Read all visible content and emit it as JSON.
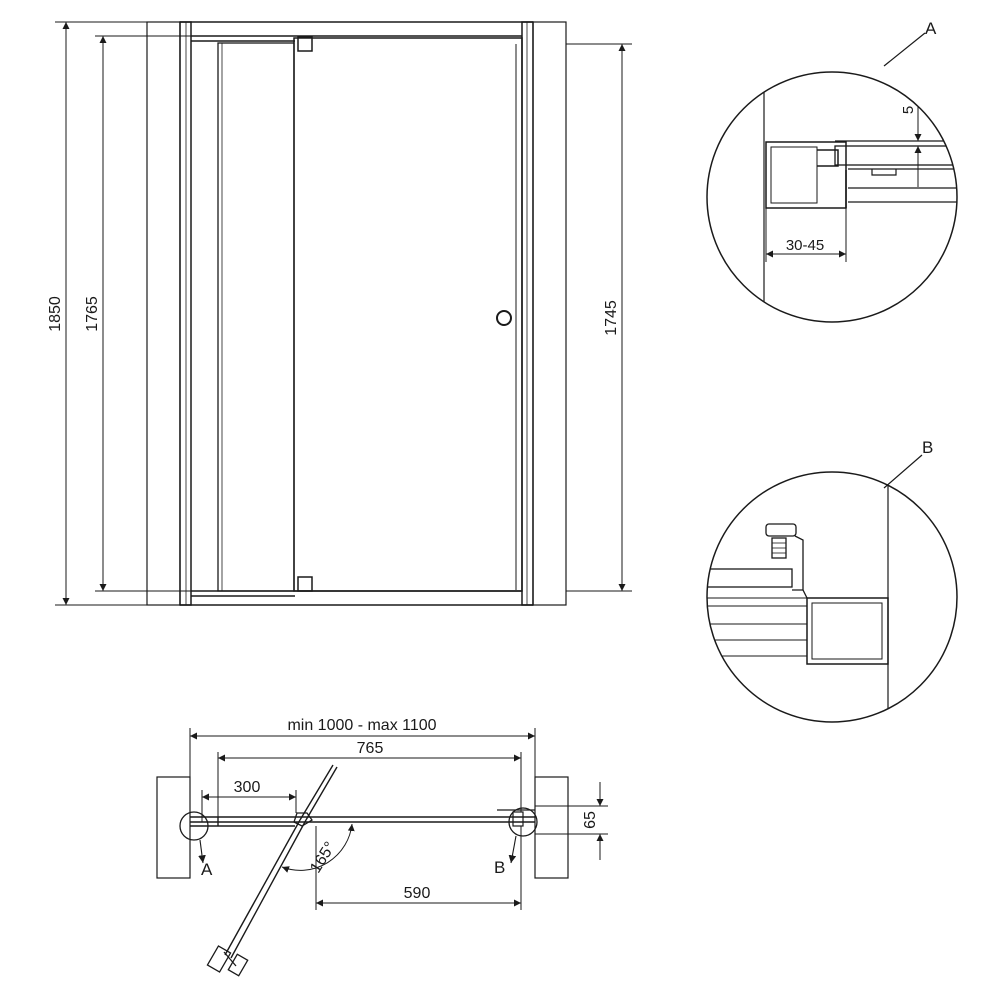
{
  "front_view": {
    "dim_total_height": "1850",
    "dim_inner_height": "1765",
    "dim_door_height": "1745"
  },
  "detail_a": {
    "callout": "A",
    "dim_gap": "5",
    "dim_adjust": "30-45"
  },
  "detail_b": {
    "callout": "B"
  },
  "plan_view": {
    "dim_overall": "min 1000 - max 1100",
    "dim_width": "765",
    "dim_fixed_panel": "300",
    "dim_opening": "590",
    "dim_angle": "165°",
    "dim_depth": "65",
    "marker_a": "A",
    "marker_b": "B"
  },
  "colors": {
    "line": "#1a1a1a",
    "background": "#ffffff"
  }
}
